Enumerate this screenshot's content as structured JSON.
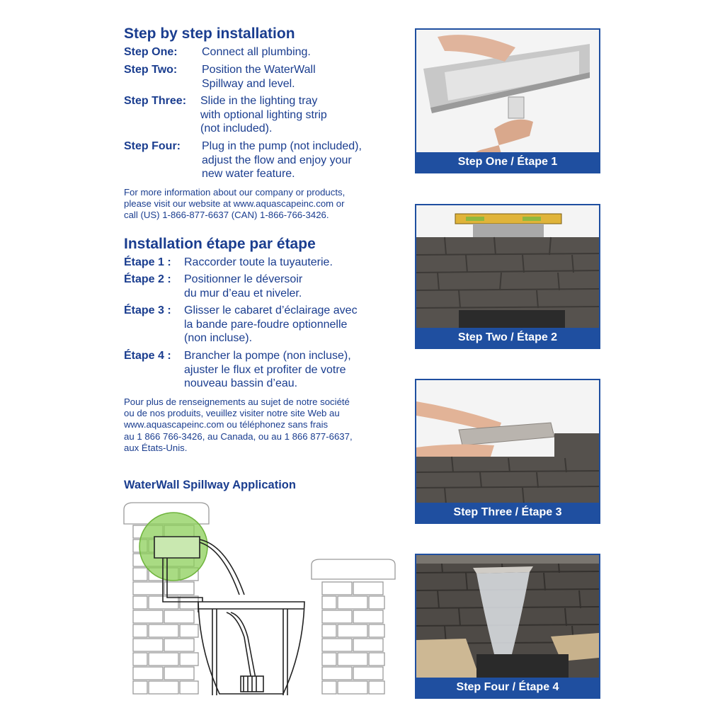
{
  "english": {
    "title": "Step by step installation",
    "steps": [
      {
        "label": "Step One:",
        "text": "Connect all plumbing."
      },
      {
        "label": "Step Two:",
        "text": "Position the WaterWall\nSpillway and level."
      },
      {
        "label": "Step Three:",
        "text": "Slide in the lighting tray\nwith optional lighting strip\n(not included)."
      },
      {
        "label": "Step Four:",
        "text": "Plug in the pump (not included),\nadjust the flow and enjoy your\nnew water feature."
      }
    ],
    "more_info": "For more information about our company or products,\nplease visit our website at www.aquascapeinc.com or\ncall (US) 1-866-877-6637 (CAN) 1-866-766-3426."
  },
  "french": {
    "title": "Installation étape par étape",
    "steps": [
      {
        "label": "Étape 1 :",
        "text": "Raccorder toute la tuyauterie."
      },
      {
        "label": "Étape 2 :",
        "text": "Positionner le déversoir\ndu mur d’eau et niveler."
      },
      {
        "label": "Étape 3 :",
        "text": "Glisser le cabaret d’éclairage avec\nla bande pare-foudre optionnelle\n(non incluse)."
      },
      {
        "label": "Étape 4 :",
        "text": "Brancher la pompe (non incluse),\najuster le flux et profiter de votre\nnouveau bassin d’eau."
      }
    ],
    "more_info": "Pour plus de renseignements au sujet de notre société\nou de nos produits, veuillez visiter notre site Web au\nwww.aquascapeinc.com ou téléphonez sans frais\nau 1 866 766-3426, au Canada, ou au 1 866 877-6637,\naux États-Unis."
  },
  "application": {
    "title": "WaterWall Spillway Application"
  },
  "photos": [
    {
      "caption": "Step One / Étape 1"
    },
    {
      "caption": "Step Two / Étape 2"
    },
    {
      "caption": "Step Three / Étape 3"
    },
    {
      "caption": "Step Four / Étape 4"
    }
  ],
  "colors": {
    "brand_blue": "#1f4fa0",
    "heading_blue": "#1a3d8f",
    "highlight_green": "#8ccf5a"
  }
}
